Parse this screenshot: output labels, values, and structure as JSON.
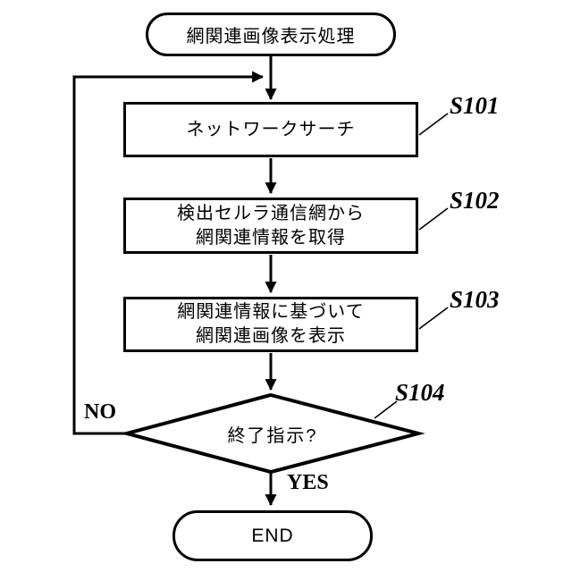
{
  "flowchart": {
    "start_label": "網関連画像表示処理",
    "s101": {
      "id": "S101",
      "label": "ネットワークサーチ"
    },
    "s102": {
      "id": "S102",
      "line1": "検出セルラ通信網から",
      "line2": "網関連情報を取得"
    },
    "s103": {
      "id": "S103",
      "line1": "網関連情報に基づいて",
      "line2": "網関連画像を表示"
    },
    "s104": {
      "id": "S104",
      "label": "終了指示?"
    },
    "end_label": "END",
    "no_label": "NO",
    "yes_label": "YES",
    "colors": {
      "line": "#000000",
      "node_fill": "#ffffff",
      "background": "#ffffff"
    }
  }
}
